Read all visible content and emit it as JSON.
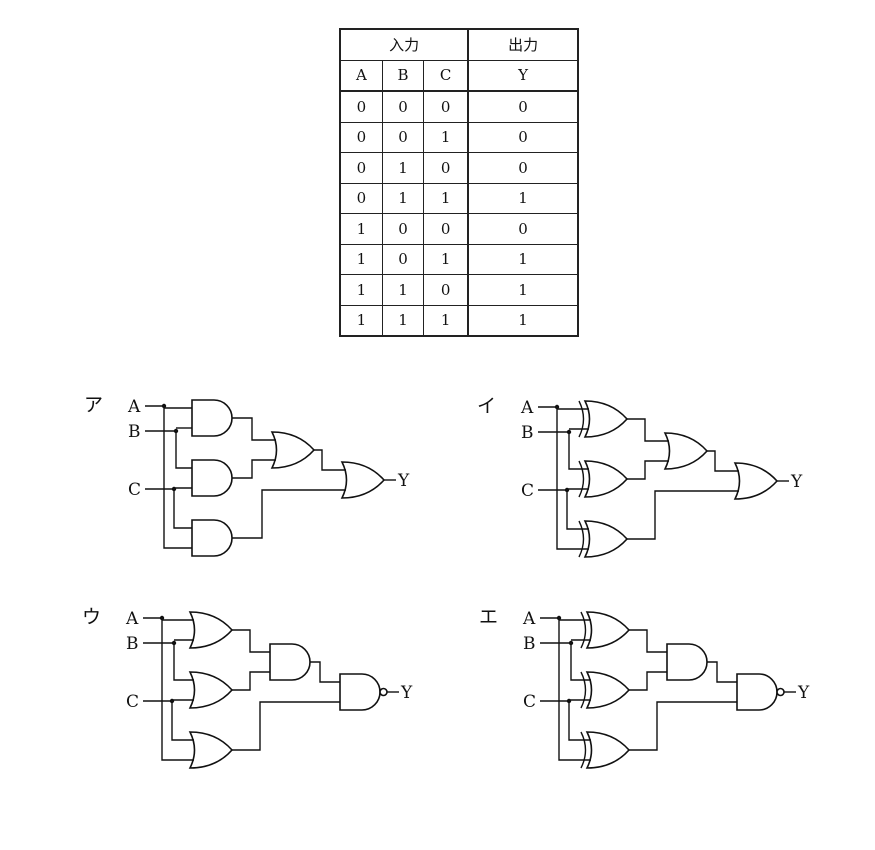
{
  "table": {
    "input_header": "入力",
    "output_header": "出力",
    "columns": [
      "A",
      "B",
      "C",
      "Y"
    ],
    "rows": [
      [
        "0",
        "0",
        "0",
        "0"
      ],
      [
        "0",
        "0",
        "1",
        "0"
      ],
      [
        "0",
        "1",
        "0",
        "0"
      ],
      [
        "0",
        "1",
        "1",
        "1"
      ],
      [
        "1",
        "0",
        "0",
        "0"
      ],
      [
        "1",
        "0",
        "1",
        "1"
      ],
      [
        "1",
        "1",
        "0",
        "1"
      ],
      [
        "1",
        "1",
        "1",
        "1"
      ]
    ]
  },
  "circuits": [
    {
      "id": "a",
      "option_label": "ア",
      "first_stage": "AND",
      "second_stage": "OR",
      "final": "OR",
      "inputs": [
        "A",
        "B",
        "C"
      ],
      "output": "Y"
    },
    {
      "id": "i",
      "option_label": "イ",
      "first_stage": "XOR",
      "second_stage": "OR",
      "final": "OR",
      "inputs": [
        "A",
        "B",
        "C"
      ],
      "output": "Y"
    },
    {
      "id": "u",
      "option_label": "ウ",
      "first_stage": "OR",
      "second_stage": "AND",
      "final": "NAND",
      "inputs": [
        "A",
        "B",
        "C"
      ],
      "output": "Y"
    },
    {
      "id": "e",
      "option_label": "エ",
      "first_stage": "XOR",
      "second_stage": "AND",
      "final": "NAND",
      "inputs": [
        "A",
        "B",
        "C"
      ],
      "output": "Y"
    }
  ]
}
